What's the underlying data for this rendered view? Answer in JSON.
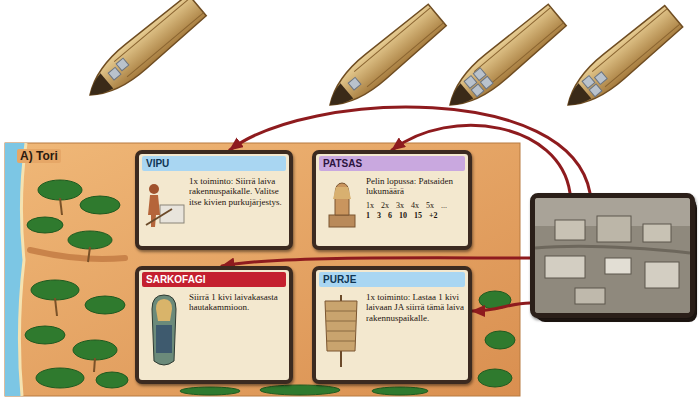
{
  "diagram": {
    "nodes": [
      {
        "text": [
          "A) Tori"
        ]
      },
      {
        "text": [
          "VIPU",
          "1x toiminto: Siirrä laiva rakennuspaikalle. Valitse itse kivien purkujärjestys."
        ],
        "in": 0
      },
      {
        "text": [
          "PATSAS",
          "Pelin lopussa: Patsaiden lukumäärä",
          "1x 2x 3x 4x 5x ...",
          "1 3 6 10 15 +2"
        ],
        "in": 0
      },
      {
        "text": [
          "SARKOFAGI",
          "Siirrä 1 kivi laivakasasta hautakammioon."
        ],
        "in": 0
      },
      {
        "text": [
          "PURJE",
          "1x toiminto: Lastaa 1 kivi laivaan JA siirrä tämä laiva rakennuspaikalle."
        ],
        "in": 0
      },
      {
        "text": []
      }
    ],
    "edges": [
      {
        "from": 5,
        "to": 1,
        "arrow": "to"
      },
      {
        "from": 5,
        "to": 2,
        "arrow": "to"
      },
      {
        "from": 5,
        "to": 3,
        "arrow": "to"
      },
      {
        "from": 5,
        "to": 4,
        "arrow": "to"
      }
    ]
  }
}
